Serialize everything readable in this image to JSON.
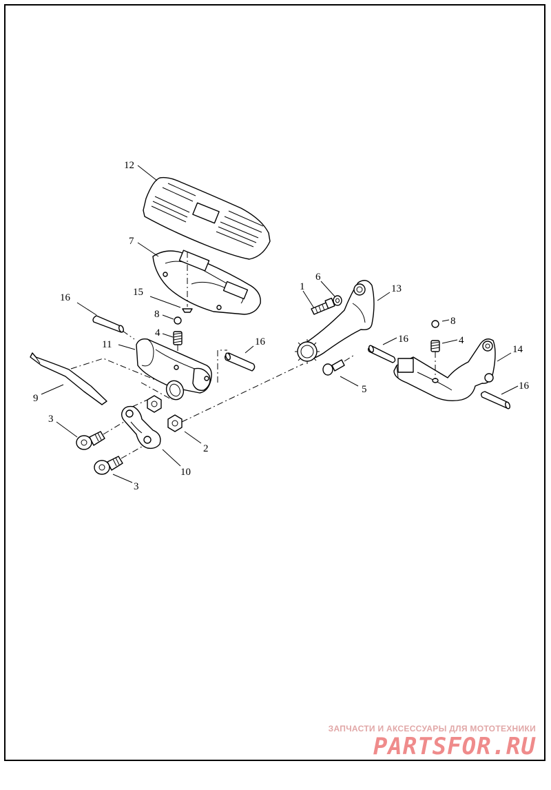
{
  "watermark": {
    "caption": "ЗАПЧАСТИ И АКСЕССУАРЫ ДЛЯ МОТОТЕХНИКИ",
    "logo": "PARTSFOR.RU"
  },
  "callouts": {
    "c1": "1",
    "c2": "2",
    "c3a": "3",
    "c3b": "3",
    "c4a": "4",
    "c4b": "4",
    "c5": "5",
    "c6": "6",
    "c7": "7",
    "c8a": "8",
    "c8b": "8",
    "c9": "9",
    "c10": "10",
    "c11": "11",
    "c12": "12",
    "c13": "13",
    "c14": "14",
    "c15": "15",
    "c16a": "16",
    "c16b": "16",
    "c16c": "16",
    "c16d": "16"
  }
}
